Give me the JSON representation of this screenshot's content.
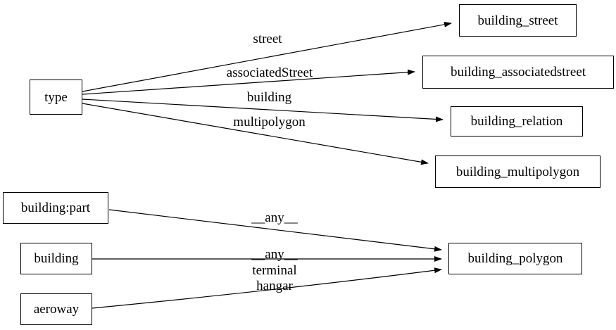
{
  "diagram": {
    "type": "directed-graph",
    "title": "",
    "background_color": "#ffffff",
    "node_border_color": "#000000",
    "node_fill_color": "#ffffff",
    "edge_color": "#000000",
    "text_color": "#000000",
    "nodes": [
      {
        "id": "type",
        "label": "type"
      },
      {
        "id": "building_street",
        "label": "building_street"
      },
      {
        "id": "building_associatedstreet",
        "label": "building_associatedstreet"
      },
      {
        "id": "building_relation",
        "label": "building_relation"
      },
      {
        "id": "building_multipolygon",
        "label": "building_multipolygon"
      },
      {
        "id": "building_part",
        "label": "building:part"
      },
      {
        "id": "building",
        "label": "building"
      },
      {
        "id": "aeroway",
        "label": "aeroway"
      },
      {
        "id": "building_polygon",
        "label": "building_polygon"
      }
    ],
    "edges": [
      {
        "from": "type",
        "to": "building_street",
        "label": "street"
      },
      {
        "from": "type",
        "to": "building_associatedstreet",
        "label": "associatedStreet"
      },
      {
        "from": "type",
        "to": "building_relation",
        "label": "building"
      },
      {
        "from": "type",
        "to": "building_multipolygon",
        "label": "multipolygon"
      },
      {
        "from": "building_part",
        "to": "building_polygon",
        "label": "__any__"
      },
      {
        "from": "building",
        "to": "building_polygon",
        "label": "__any__"
      },
      {
        "from": "aeroway",
        "to": "building_polygon",
        "label": "terminal\nhangar"
      }
    ]
  }
}
